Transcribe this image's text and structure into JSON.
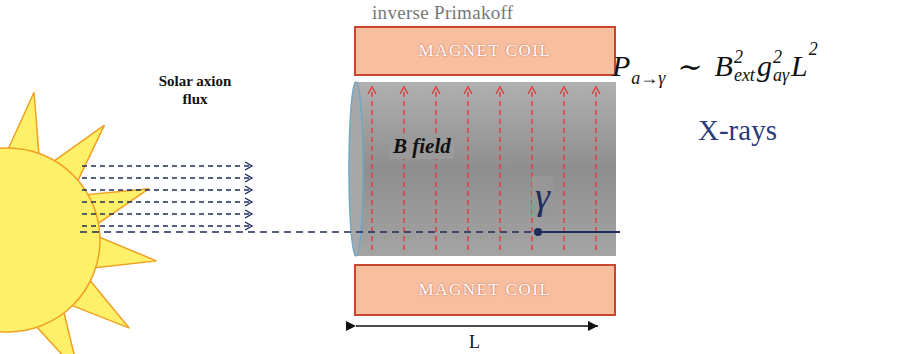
{
  "diagram": {
    "title": "inverse Primakoff",
    "nodes": [
      {
        "text": [
          "MAGNET COIL"
        ]
      },
      {
        "text": [
          "B field",
          "γ"
        ]
      },
      {
        "text": [
          "MAGNET COIL"
        ]
      }
    ],
    "labels": [
      "Solar axion flux",
      "L",
      "P",
      "a→γ",
      "∼",
      "B",
      "2",
      "ext",
      "g",
      "2",
      "aγ",
      "L",
      "2",
      "X-rays"
    ]
  }
}
